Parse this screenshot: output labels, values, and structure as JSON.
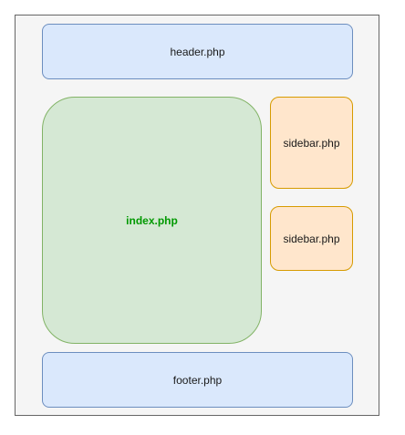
{
  "diagram": {
    "header": {
      "label": "header.php"
    },
    "index": {
      "label": "index.php",
      "text_color": "#009900"
    },
    "sidebars": [
      {
        "label": "sidebar.php"
      },
      {
        "label": "sidebar.php"
      }
    ],
    "footer": {
      "label": "footer.php"
    },
    "colors": {
      "frame_fill": "#f5f5f5",
      "frame_stroke": "#666666",
      "blue_fill": "#dae8fc",
      "blue_stroke": "#6c8ebf",
      "green_fill": "#d5e8d4",
      "green_stroke": "#82b366",
      "orange_fill": "#ffe6cc",
      "orange_stroke": "#d79b00"
    }
  }
}
